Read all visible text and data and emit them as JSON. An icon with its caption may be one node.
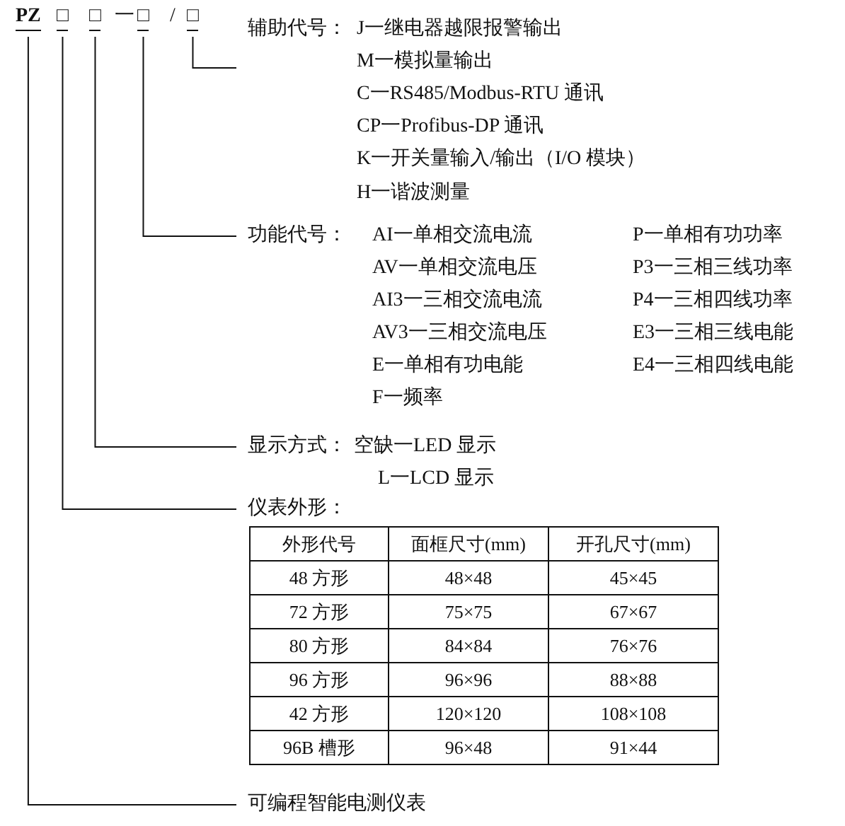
{
  "diagram": {
    "nodes": [
      {
        "text": [
          "PZ"
        ]
      },
      {
        "text": [
          "□"
        ]
      },
      {
        "text": [
          "□"
        ]
      },
      {
        "text": [
          "□"
        ]
      },
      {
        "text": [
          "□"
        ]
      },
      {
        "text": [
          "辅助代号：",
          "J一继电器越限报警输出",
          "M一模拟量输出",
          "C一RS485/Modbus-RTU 通讯",
          "CP一Profibus-DP 通讯",
          "K一开关量输入/输出（I/O 模块）",
          "H一谐波测量"
        ]
      },
      {
        "text": [
          "功能代号：",
          "AI一单相交流电流",
          "P一单相有功功率",
          "AV一单相交流电压",
          "P3一三相三线功率",
          "AI3一三相交流电流",
          "P4一三相四线功率",
          "AV3一三相交流电压",
          "E3一三相三线电能",
          "E一单相有功电能",
          "E4一三相四线电能",
          "F一频率"
        ]
      },
      {
        "text": [
          "显示方式：",
          "空缺一LED 显示",
          "L一LCD 显示"
        ]
      },
      {
        "text": [
          "仪表外形："
        ]
      },
      {
        "text": [
          "可编程智能电测仪表"
        ]
      }
    ],
    "edges": [
      {
        "from": 4,
        "to": 5,
        "arrow": "none"
      },
      {
        "from": 3,
        "to": 6,
        "arrow": "none"
      },
      {
        "from": 2,
        "to": 7,
        "arrow": "none"
      },
      {
        "from": 1,
        "to": 8,
        "arrow": "none"
      },
      {
        "from": 0,
        "to": 9,
        "arrow": "none"
      }
    ],
    "labels": [
      "一",
      "/",
      "外形代号",
      "面框尺寸(mm)",
      "开孔尺寸(mm)",
      "48 方形",
      "48×48",
      "45×45",
      "72 方形",
      "75×75",
      "67×67",
      "80 方形",
      "84×84",
      "76×76",
      "96 方形",
      "96×96",
      "88×88",
      "42 方形",
      "120×120",
      "108×108",
      "96B 槽形",
      "96×48",
      "91×44"
    ]
  }
}
